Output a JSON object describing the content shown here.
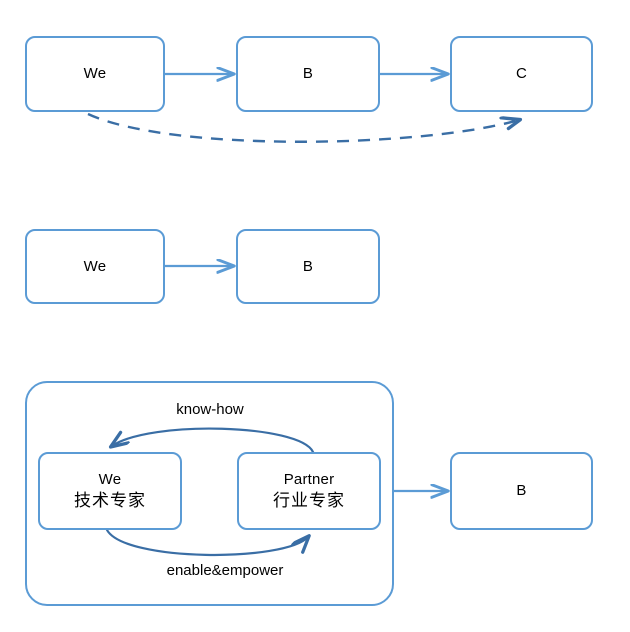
{
  "diagram": {
    "title": "partnership value chain diagram",
    "background_color": "#FFFFFF",
    "colors": {
      "box_border": "#5B9BD5",
      "solid_arrow": "#5B9BD5",
      "dashed_arrow": "#3A6EA5",
      "curved_arrow": "#3A6EA5",
      "text": "#000000"
    },
    "rows": [
      {
        "id": "row-1",
        "nodes": [
          {
            "id": "r1-we",
            "label_en": "We",
            "label_cn": ""
          },
          {
            "id": "r1-b",
            "label_en": "B",
            "label_cn": ""
          },
          {
            "id": "r1-c",
            "label_en": "C",
            "label_cn": ""
          }
        ],
        "connectors": [
          {
            "id": "r1-we-to-b",
            "type": "solid-arrow",
            "from": "r1-we",
            "to": "r1-b",
            "label": ""
          },
          {
            "id": "r1-b-to-c",
            "type": "solid-arrow",
            "from": "r1-b",
            "to": "r1-c",
            "label": ""
          },
          {
            "id": "r1-we-to-c-dashed",
            "type": "dashed-curved-arrow",
            "from": "r1-we",
            "to": "r1-c",
            "label": ""
          }
        ]
      },
      {
        "id": "row-2",
        "nodes": [
          {
            "id": "r2-we",
            "label_en": "We",
            "label_cn": ""
          },
          {
            "id": "r2-b",
            "label_en": "B",
            "label_cn": ""
          }
        ],
        "connectors": [
          {
            "id": "r2-we-to-b",
            "type": "solid-arrow",
            "from": "r2-we",
            "to": "r2-b",
            "label": ""
          }
        ]
      },
      {
        "id": "row-3",
        "group": {
          "id": "r3-group",
          "label": ""
        },
        "nodes": [
          {
            "id": "r3-we",
            "label_en": "We",
            "label_cn": "技术专家"
          },
          {
            "id": "r3-partner",
            "label_en": "Partner",
            "label_cn": "行业专家"
          },
          {
            "id": "r3-b",
            "label_en": "B",
            "label_cn": ""
          }
        ],
        "connectors": [
          {
            "id": "r3-partner-to-we",
            "type": "curved-arrow",
            "from": "r3-partner",
            "to": "r3-we",
            "label": "know-how"
          },
          {
            "id": "r3-we-to-partner",
            "type": "curved-arrow",
            "from": "r3-we",
            "to": "r3-partner",
            "label": "enable&empower"
          },
          {
            "id": "r3-group-to-b",
            "type": "solid-arrow",
            "from": "r3-group",
            "to": "r3-b",
            "label": ""
          }
        ]
      }
    ],
    "labels": {
      "know_how": "know-how",
      "enable_empower": "enable&empower"
    }
  }
}
